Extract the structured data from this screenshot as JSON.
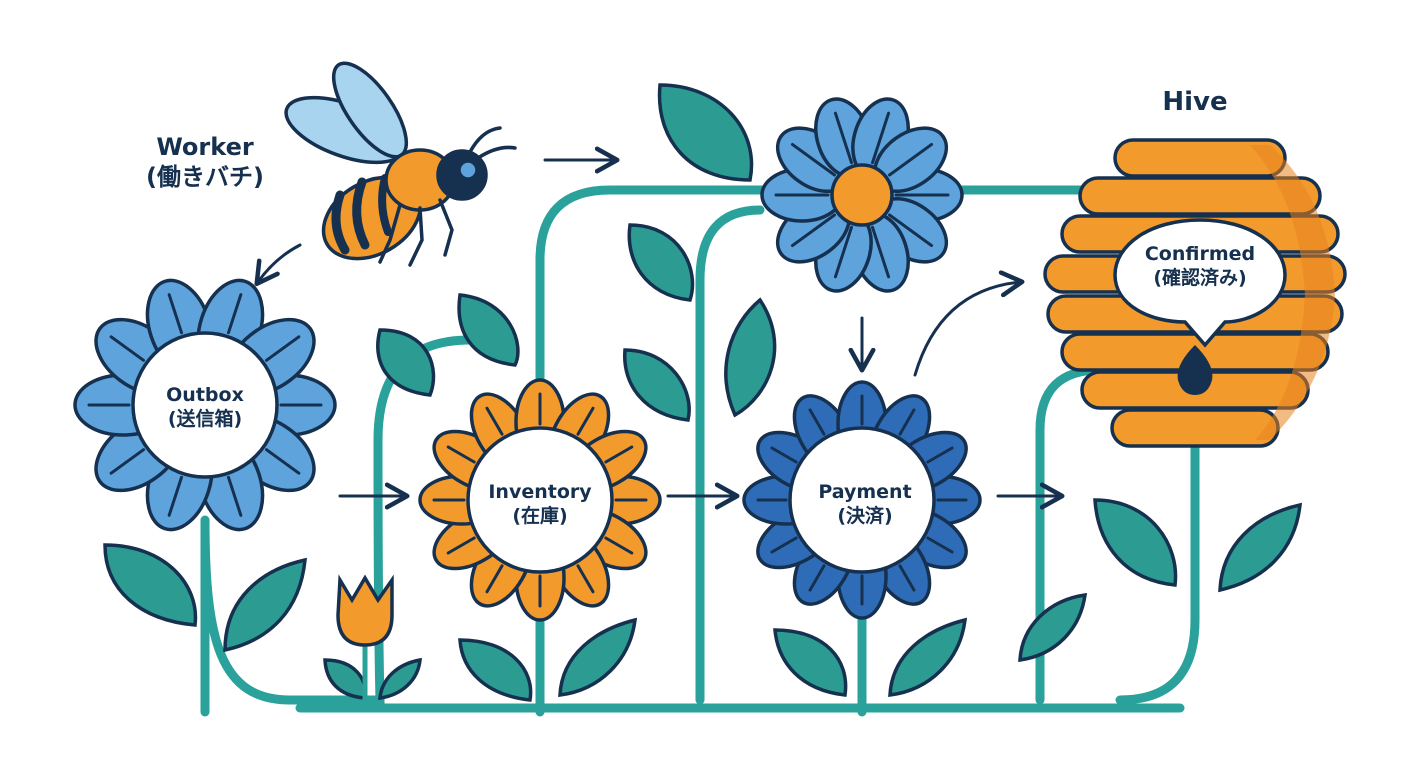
{
  "colors": {
    "outline": "#16304f",
    "teal": "#2aa19a",
    "leaf": "#2c9c93",
    "blue_light": "#5ea3dc",
    "blue_dark": "#2f6cb8",
    "orange": "#f39a2d",
    "orange_dark": "#e8841f",
    "white": "#ffffff"
  },
  "worker": {
    "line1": "Worker",
    "line2": "(働きバチ)"
  },
  "hive": {
    "title": "Hive",
    "line1": "Confirmed",
    "line2": "(確認済み)"
  },
  "nodes": {
    "outbox": {
      "line1": "Outbox",
      "line2": "(送信箱)"
    },
    "inventory": {
      "line1": "Inventory",
      "line2": "(在庫)"
    },
    "payment": {
      "line1": "Payment",
      "line2": "(決済)"
    }
  }
}
